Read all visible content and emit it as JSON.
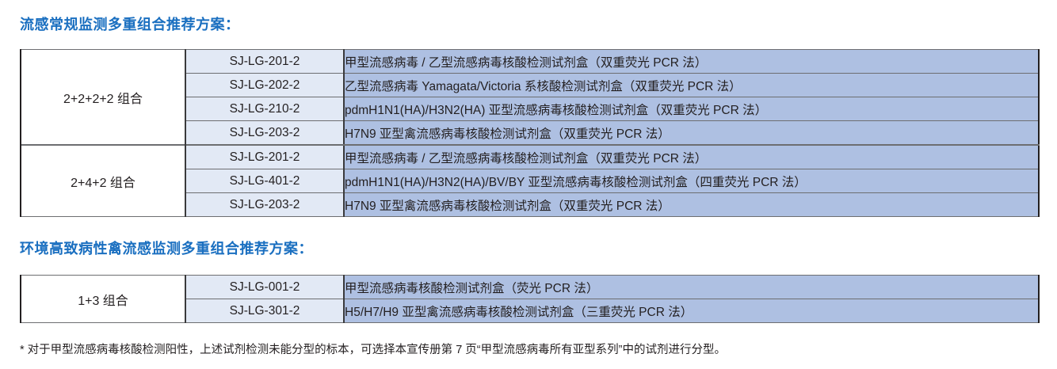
{
  "sections": [
    {
      "title": "流感常规监测多重组合推荐方案：",
      "groups": [
        {
          "label": "2+2+2+2 组合",
          "rows": [
            {
              "code": "SJ-LG-201-2",
              "name": "甲型流感病毒 / 乙型流感病毒核酸检测试剂盒（双重荧光 PCR 法）"
            },
            {
              "code": "SJ-LG-202-2",
              "name": "乙型流感病毒 Yamagata/Victoria 系核酸检测试剂盒（双重荧光 PCR 法）"
            },
            {
              "code": "SJ-LG-210-2",
              "name": "pdmH1N1(HA)/H3N2(HA) 亚型流感病毒核酸检测试剂盒（双重荧光 PCR 法）"
            },
            {
              "code": "SJ-LG-203-2",
              "name": "H7N9 亚型禽流感病毒核酸检测试剂盒（双重荧光 PCR 法）"
            }
          ]
        },
        {
          "label": "2+4+2 组合",
          "rows": [
            {
              "code": "SJ-LG-201-2",
              "name": "甲型流感病毒 / 乙型流感病毒核酸检测试剂盒（双重荧光 PCR 法）"
            },
            {
              "code": "SJ-LG-401-2",
              "name": "pdmH1N1(HA)/H3N2(HA)/BV/BY 亚型流感病毒核酸检测试剂盒（四重荧光 PCR 法）"
            },
            {
              "code": "SJ-LG-203-2",
              "name": "H7N9 亚型禽流感病毒核酸检测试剂盒（双重荧光 PCR 法）"
            }
          ]
        }
      ]
    },
    {
      "title": "环境高致病性禽流感监测多重组合推荐方案：",
      "groups": [
        {
          "label": "1+3 组合",
          "rows": [
            {
              "code": "SJ-LG-001-2",
              "name": "甲型流感病毒核酸检测试剂盒（荧光 PCR 法）"
            },
            {
              "code": "SJ-LG-301-2",
              "name": "H5/H7/H9 亚型禽流感病毒核酸检测试剂盒（三重荧光 PCR 法）"
            }
          ]
        }
      ]
    }
  ],
  "footnote": "* 对于甲型流感病毒核酸检测阳性，上述试剂检测未能分型的标本，可选择本宣传册第 7 页“甲型流感病毒所有亚型系列”中的试剂进行分型。",
  "colors": {
    "heading": "#1a6fc0",
    "code_cell_bg": "#e2e9f5",
    "name_cell_bg": "#aec0e2",
    "border": "#231f20"
  }
}
